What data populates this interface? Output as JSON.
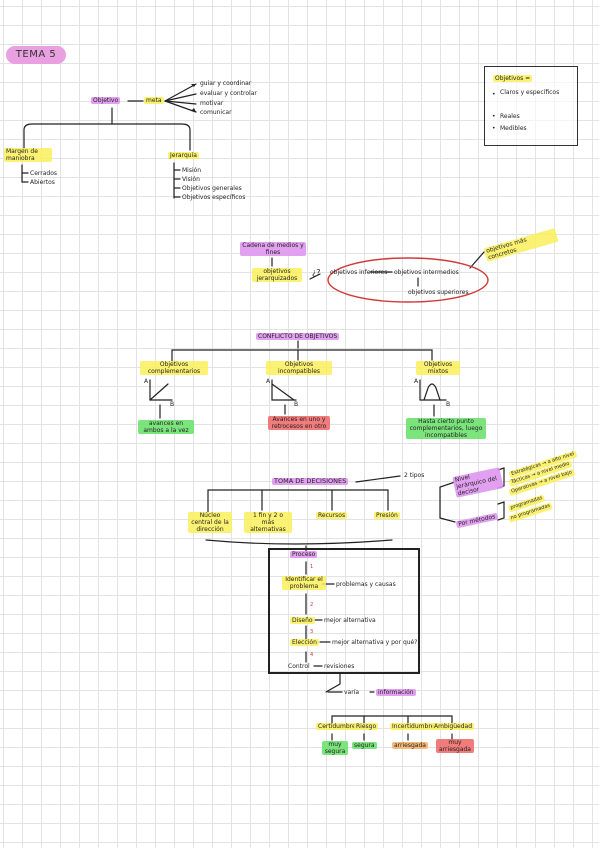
{
  "title": "TEMA 5",
  "legend": {
    "heading": "Objetivos =",
    "items": [
      "Claros y específicos",
      "Reales",
      "Medibles"
    ]
  },
  "objetivo": {
    "label": "Objetivo",
    "meta": "meta",
    "functions": [
      "guiar y coordinar",
      "evaluar y controlar",
      "motivar",
      "comunicar"
    ]
  },
  "margen": {
    "label": "Margen de maniobra",
    "items": [
      "Cerrados",
      "Abiertos"
    ]
  },
  "jerarquia": {
    "label": "Jerarquía",
    "items": [
      "Misión",
      "Visión",
      "Objetivos generales",
      "Objetivos específicos"
    ]
  },
  "cadena": {
    "label": "Cadena de medios y fines",
    "result": "objetivos jerarquizados",
    "question": "¿?",
    "ellipse": {
      "inferiores": "objetivos inferiores",
      "intermedios": "objetivos intermedios",
      "superiores": "objetivos superiores"
    },
    "outside": "objetivos más concretos"
  },
  "conflicto": {
    "label": "CONFLICTO DE OBJETIVOS",
    "axis_a": "A",
    "axis_b": "B",
    "types": [
      {
        "label": "Objetivos complementarios",
        "result": "avances en ambos a la vez"
      },
      {
        "label": "Objetivos incompatibles",
        "result": "Avances en uno y retrocesos en otro"
      },
      {
        "label": "Objetivos mixtos",
        "result": "Hasta cierto punto complementarios, luego incompatibles"
      }
    ]
  },
  "decisiones": {
    "label": "TOMA DE DECISIONES",
    "tipos_label": "2 tipos",
    "tipo1": {
      "label": "Nivel jerárquico del decisor",
      "items": [
        "Estratégicas → a alto nivel",
        "Tácticas → a nivel medio",
        "Operativas → a nivel bajo"
      ]
    },
    "tipo2": {
      "label": "Por métodos",
      "items": [
        "programadas",
        "no programadas"
      ]
    },
    "elements": [
      "Núcleo central de la dirección",
      "1 fin y 2 o más alternativas",
      "Recursos",
      "Presión"
    ]
  },
  "proceso": {
    "label": "Proceso",
    "steps": [
      {
        "num": "1",
        "name": "Identificar el problema",
        "desc": "problemas y causas"
      },
      {
        "num": "2",
        "name": "Diseño",
        "desc": "mejor alternativa"
      },
      {
        "num": "3",
        "name": "Elección",
        "desc": "mejor alternativa y por qué?"
      },
      {
        "num": "4",
        "name": "Control",
        "desc": "revisiones"
      }
    ]
  },
  "informacion": {
    "prefix": "varía",
    "label": "información",
    "columns": [
      {
        "label": "Certidumbre",
        "result": "muy segura"
      },
      {
        "label": "Riesgo",
        "result": "segura"
      },
      {
        "label": "Incertidumbre",
        "result": "arriesgada"
      },
      {
        "label": "Ambigüedad",
        "result": "muy arriesgada"
      }
    ]
  }
}
